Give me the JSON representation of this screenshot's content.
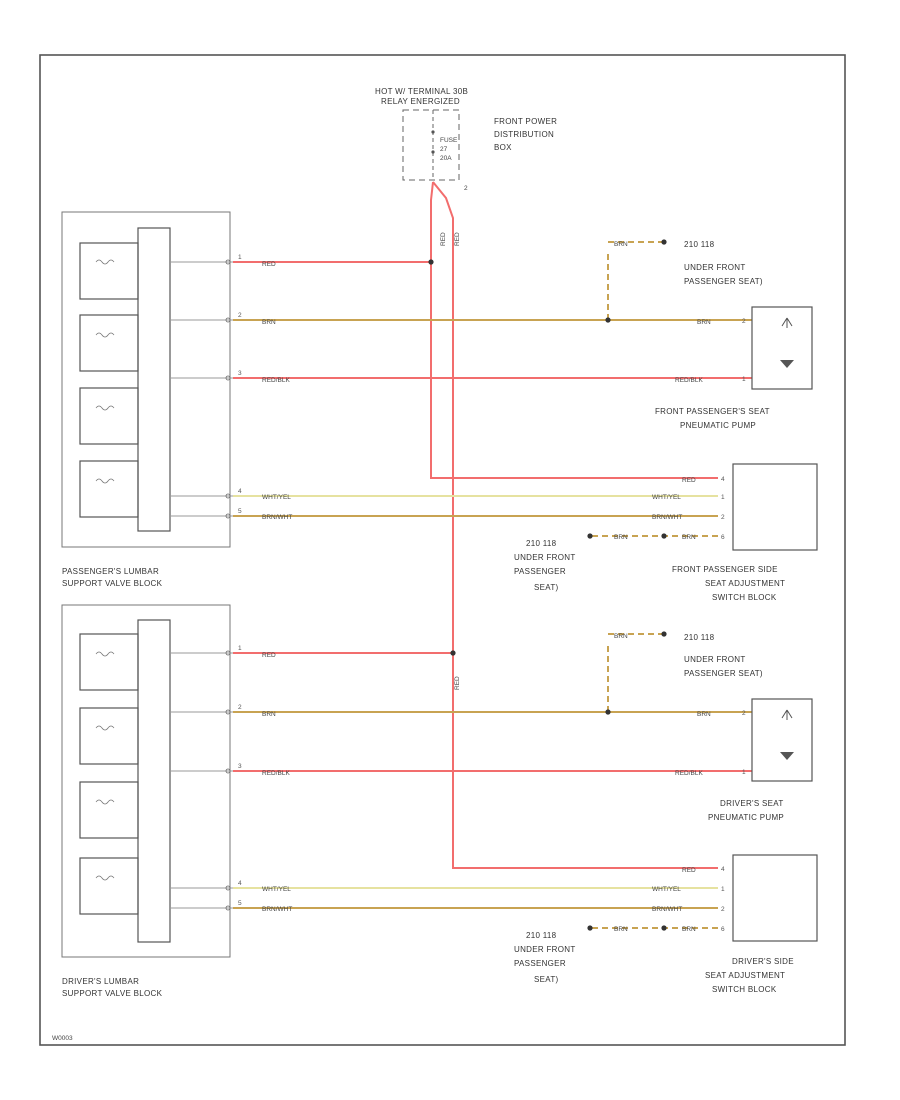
{
  "source": {
    "title_1": "HOT W/ TERMINAL 30B",
    "title_2": "RELAY ENERGIZED",
    "fuse_1": "FUSE",
    "fuse_2": "27",
    "fuse_3": "20A",
    "pin": "2",
    "box_1": "FRONT POWER",
    "box_2": "DISTRIBUTION",
    "box_3": "BOX"
  },
  "labels": {
    "pass_valve_1": "PASSENGER'S LUMBAR",
    "pass_valve_2": "SUPPORT VALVE BLOCK",
    "drv_valve_1": "DRIVER'S LUMBAR",
    "drv_valve_2": "SUPPORT VALVE BLOCK",
    "fp_pump_1": "FRONT PASSENGER'S SEAT",
    "fp_pump_2": "PNEUMATIC PUMP",
    "drv_pump_1": "DRIVER'S SEAT",
    "drv_pump_2": "PNEUMATIC PUMP",
    "fp_switch_1": "FRONT PASSENGER SIDE",
    "fp_switch_2": "SEAT ADJUSTMENT",
    "fp_switch_3": "SWITCH BLOCK",
    "drv_switch_1": "DRIVER'S SIDE",
    "drv_switch_2": "SEAT ADJUSTMENT",
    "drv_switch_3": "SWITCH BLOCK"
  },
  "grounds": {
    "g1_1": "210 118",
    "g1_2": "UNDER FRONT",
    "g1_3": "PASSENGER SEAT)",
    "g2_1": "210 118",
    "g2_2": "UNDER FRONT",
    "g2_3": "PASSENGER",
    "g2_4": "SEAT)",
    "g3_1": "210 118",
    "g3_2": "UNDER FRONT",
    "g3_3": "PASSENGER SEAT)",
    "g4_1": "210 118",
    "g4_2": "UNDER FRONT",
    "g4_3": "PASSENGER",
    "g4_4": "SEAT)"
  },
  "wires": {
    "red": "RED",
    "brn": "BRN",
    "red_blk": "RED/BLK",
    "wht_yel": "WHT/YEL",
    "brn_wht": "BRN/WHT"
  },
  "pins": {
    "p1": "1",
    "p2": "2",
    "p3": "3",
    "p4": "4",
    "p5": "5",
    "p6": "6"
  },
  "colors": {
    "red_wire": "#f26d6d",
    "brown_wire": "#c8a352",
    "yellow_wire": "#e6e2a0",
    "outline": "#555555"
  },
  "footer": {
    "code": "W0003"
  }
}
